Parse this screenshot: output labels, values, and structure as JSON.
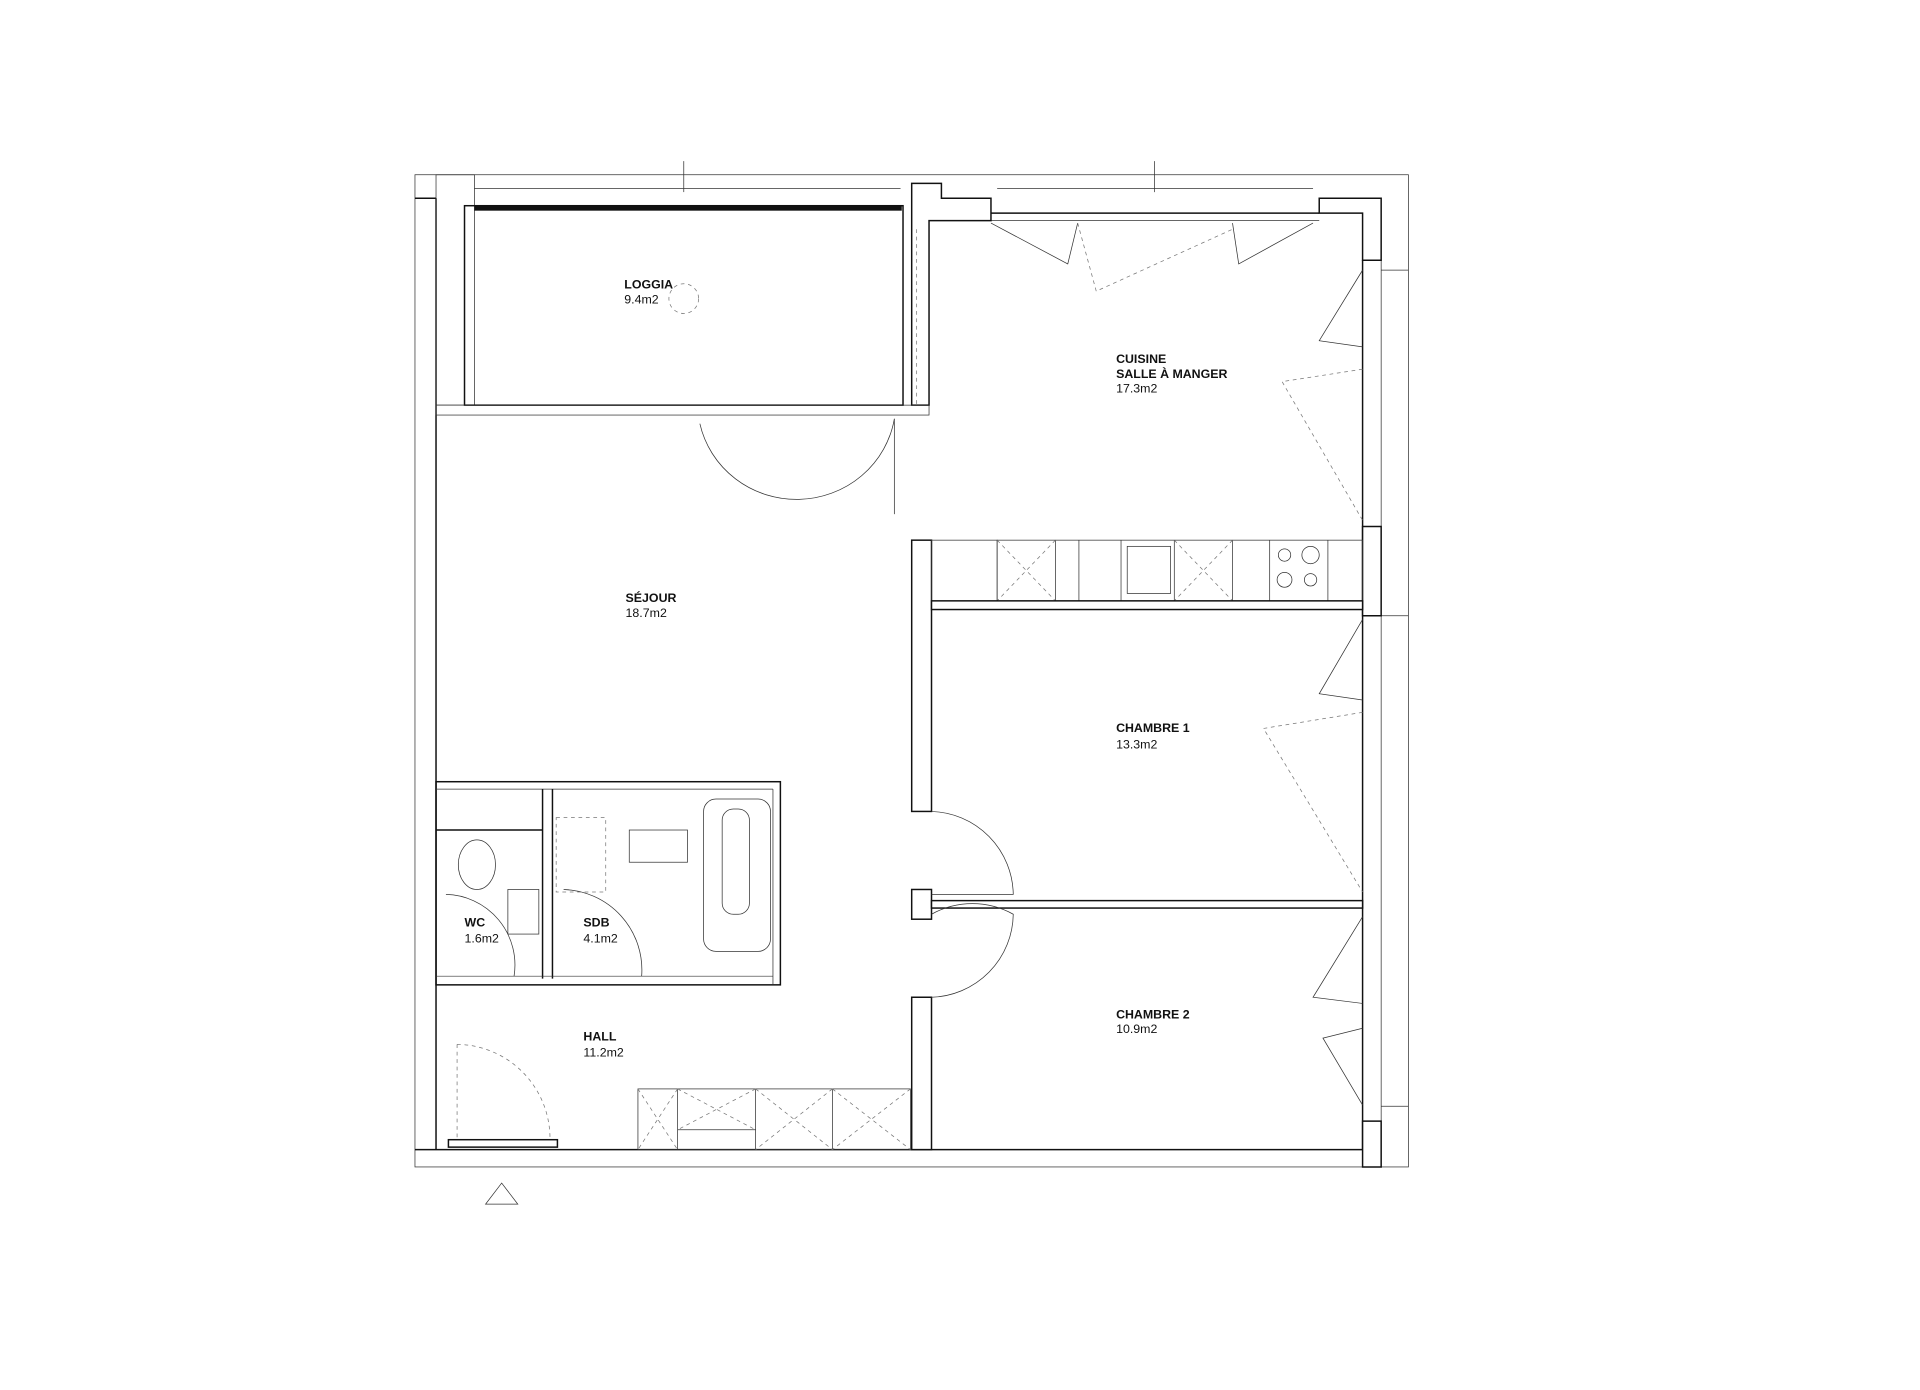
{
  "plan": {
    "rooms": [
      {
        "name": "LOGGIA",
        "area": "9.4m2"
      },
      {
        "name": "CUISINE",
        "name2": "SALLE À MANGER",
        "area": "17.3m2"
      },
      {
        "name": "SÉJOUR",
        "area": "18.7m2"
      },
      {
        "name": "CHAMBRE 1",
        "area": "13.3m2"
      },
      {
        "name": "WC",
        "area": "1.6m2"
      },
      {
        "name": "SDB",
        "area": "4.1m2"
      },
      {
        "name": "HALL",
        "area": "11.2m2"
      },
      {
        "name": "CHAMBRE 2",
        "area": "10.9m2"
      }
    ],
    "entrance_icon": "triangle-entrance-marker"
  }
}
